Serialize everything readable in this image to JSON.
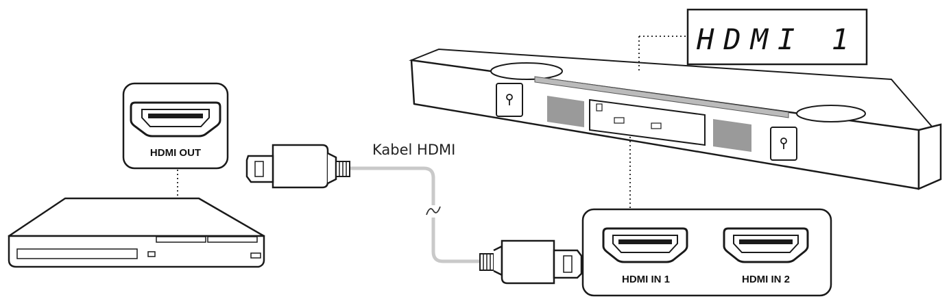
{
  "player": {
    "port_label": "HDMI OUT"
  },
  "cable": {
    "label": "Kabel HDMI"
  },
  "display": {
    "text": "HDMI 1"
  },
  "soundbar": {
    "ports": [
      {
        "label": "HDMI IN 1"
      },
      {
        "label": "HDMI IN 2"
      }
    ]
  },
  "colors": {
    "line": "#1a1a1a",
    "cable": "#c9c9c9",
    "panel": "#ffffff"
  }
}
